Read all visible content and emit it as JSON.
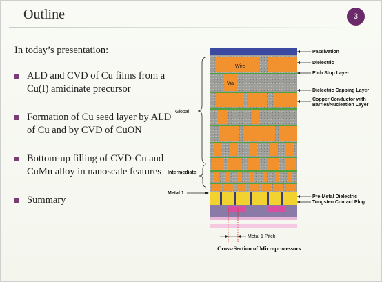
{
  "slide": {
    "title": "Outline",
    "page_number": "3",
    "intro": "In today’s presentation:",
    "bullets": [
      "ALD and CVD of Cu films from a Cu(I) amidinate precursor",
      "Formation of Cu seed layer by ALD of Cu and by CVD of CuON",
      "Bottom-up filling of CVD-Cu and CuMn alloy in nanoscale features",
      "Summary"
    ]
  },
  "figure": {
    "caption": "Cross-Section of Microprocessors",
    "inner_labels": {
      "wire": "Wire",
      "via": "Via"
    },
    "left_labels": {
      "global": "Global",
      "intermediate": "Intermediate",
      "metal1": "Metal 1"
    },
    "right_labels": {
      "passivation": "Passivation",
      "dielectric": "Dielectric",
      "etch_stop": "Etch Stop Layer",
      "capping": "Dielectric Capping Layer",
      "copper_line1": "Copper Conductor with",
      "copper_line2": "Barrier/Nucleation Layer",
      "pre_metal": "Pre-Metal Dielectric",
      "tungsten": "Tungsten Contact Plug"
    },
    "pitch_label": "Metal 1 Pitch",
    "colors": {
      "accent": "#6b2b6b",
      "passivation": "#3b4aa0",
      "copper": "#f2922f",
      "dielectric": "#9a9a96",
      "etch_stop": "#4ea33f",
      "pre_metal": "#f2d22e"
    }
  }
}
